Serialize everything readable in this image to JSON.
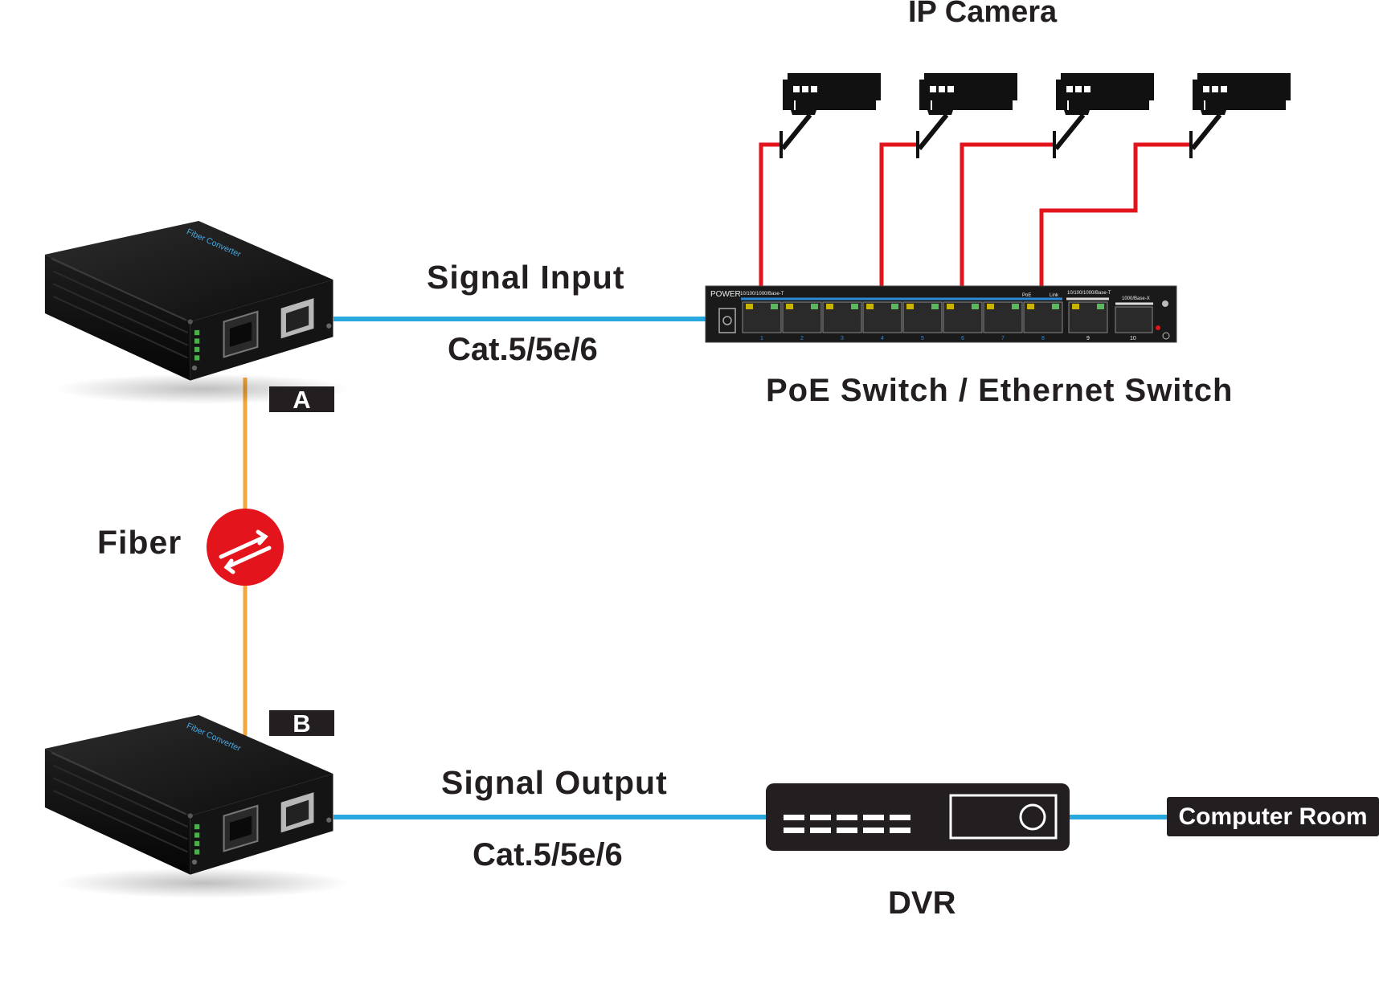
{
  "labels": {
    "ip_camera": "IP Camera",
    "signal_input": "Signal Input",
    "cat_top": "Cat.5/5e/6",
    "switch": "PoE Switch / Ethernet Switch",
    "fiber": "Fiber",
    "signal_output": "Signal Output",
    "cat_bottom": "Cat.5/5e/6",
    "dvr": "DVR",
    "computer_room": "Computer Room",
    "tag_a": "A",
    "tag_b": "B"
  },
  "switch_panel": {
    "power": "POWER",
    "ports_label": "10/100/1000/Base-T",
    "poe": "PoE",
    "link": "Link",
    "uplink_label": "10/100/1000/Base-T",
    "sfp_label": "1000/Base-X",
    "port_numbers": [
      "1",
      "2",
      "3",
      "4",
      "5",
      "6",
      "7",
      "8",
      "9",
      "10"
    ]
  },
  "colors": {
    "ethernet": "#29a8e0",
    "fiber": "#f4a53b",
    "poe": "#e3141b",
    "device": "#1a1a1a",
    "text": "#231f20"
  },
  "icons": [
    "camera-icon",
    "media-converter-icon",
    "switch-icon",
    "dvr-icon",
    "fiber-arrows-icon"
  ]
}
